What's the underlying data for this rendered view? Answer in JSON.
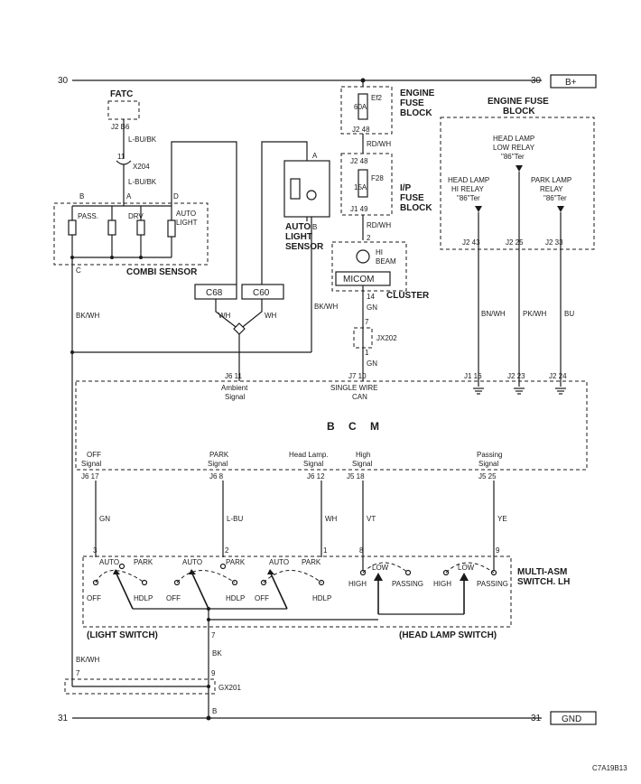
{
  "rails": {
    "top_left": "30",
    "top_right": "30",
    "top_tag": "B+",
    "bottom_left": "31",
    "bottom_right": "31",
    "bottom_tag": "GND"
  },
  "fatc": {
    "title": "FATC",
    "pin": "J2  B6"
  },
  "wires": {
    "lbubk1": "L-BU/BK",
    "lbubk2": "L-BU/BK",
    "rdwh1": "RD/WH",
    "rdwh2": "RD/WH",
    "gn1": "GN",
    "gn2": "GN",
    "wh1": "WH",
    "wh2": "WH",
    "bkwh1": "BK/WH",
    "bkwh2": "BK/WH",
    "bkwh3": "BK/WH",
    "bnwh": "BN/WH",
    "pkwh": "PK/WH",
    "bu": "BU",
    "gn3": "GN",
    "lbu": "L-BU",
    "wh3": "WH",
    "vt": "VT",
    "ye": "YE",
    "bk": "BK"
  },
  "splice": {
    "x204_pin": "11",
    "x204": "X204",
    "jx202": "JX202",
    "jx202_top": "7",
    "jx202_bot": "1",
    "gx201": "GX201",
    "gx201_left": "7",
    "gx201_right": "9"
  },
  "combi": {
    "title": "COMBI SENSOR",
    "pin_b": "B",
    "pin_a": "A",
    "pin_d": "D",
    "pin_c": "C",
    "pass": "PASS.",
    "drv": "DRV",
    "auto": "AUTO",
    "light": "LIGHT"
  },
  "autolight": {
    "pin_a": "A",
    "pin_b": "B",
    "title1": "AUTO",
    "title2": "LIGHT",
    "title3": "SENSOR"
  },
  "connectors": {
    "c68": "C68",
    "c60": "C60"
  },
  "engine_fuse": {
    "title1": "ENGINE",
    "title2": "FUSE",
    "title3": "BLOCK",
    "fuse": "Ef2",
    "rating": "60A",
    "pin": "J2  48"
  },
  "ip_fuse": {
    "title1": "I/P",
    "title2": "FUSE",
    "title3": "BLOCK",
    "pin_top": "J2  48",
    "fuse": "F28",
    "rating": "15A",
    "pin_bot": "J1  49"
  },
  "cluster": {
    "pin": "2",
    "hi": "HI",
    "beam": "BEAM",
    "micom": "MICOM",
    "title": "CLUSTER",
    "pin14": "14"
  },
  "engine_fuse_right": {
    "title1": "ENGINE FUSE",
    "title2": "BLOCK",
    "low1": "HEAD LAMP",
    "low2": "LOW RELAY",
    "low3": "\"86\"Ter",
    "hi1": "HEAD LAMP",
    "hi2": "HI RELAY",
    "hi3": "\"86\"Ter",
    "park1": "PARK LAMP",
    "park2": "RELAY",
    "park3": "\"86\"Ter",
    "pin1": "J2  43",
    "pin2": "J2  25",
    "pin3": "J2  33"
  },
  "bcm": {
    "title": "B C M",
    "top_pins": {
      "amb": "J6  11",
      "can": "J7  10",
      "p16": "J1  16",
      "p23": "J2  23",
      "p24": "J2  24"
    },
    "amb1": "Ambient",
    "amb2": "Signal",
    "can1": "SINGLE WIRE",
    "can2": "CAN",
    "off1": "OFF",
    "off2": "Signal",
    "park1": "PARK",
    "park2": "Signal",
    "hl1": "Head Lamp.",
    "hl2": "Signal",
    "high1": "High",
    "high2": "Signal",
    "pass1": "Passing",
    "pass2": "Signal",
    "bot_pins": {
      "off": "J6  17",
      "park": "J6  8",
      "hl": "J6  12",
      "high": "J5  18",
      "pass": "J5  25"
    }
  },
  "switch": {
    "title1": "MULTI-ASM",
    "title2": "SWITCH. LH",
    "pin3": "3",
    "pin2": "2",
    "pin1": "1",
    "pin8": "8",
    "pin9": "9",
    "pin7": "7",
    "auto": "AUTO",
    "park": "PARK",
    "off": "OFF",
    "hdlp": "HDLP",
    "high": "HIGH",
    "low": "LOW",
    "passing": "PASSING",
    "light_switch": "(LIGHT SWITCH)",
    "head_lamp_switch": "(HEAD LAMP SWITCH)"
  },
  "ground": {
    "pin": "B"
  },
  "code": "C7A19B13"
}
